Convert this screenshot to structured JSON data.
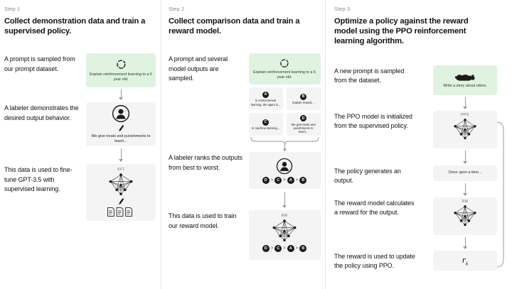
{
  "figure": {
    "title": "InstructGPT / RLHF three-step training diagram",
    "background": "#ffffff",
    "accent_green": "#dff3e0",
    "card_gray": "#f4f4f4",
    "arrow_color": "#9a9a9a"
  },
  "steps": [
    {
      "label": "Step 1",
      "title": "Collect demonstration data and train a supervised policy.",
      "rows": [
        {
          "caption": "A prompt is sampled from our prompt dataset.",
          "card": {
            "style": "green",
            "icon": "explain-loop-icon",
            "text": "Explain reinforcement learning to a 6 year old."
          }
        },
        {
          "caption": "A labeler demonstrates the desired output behavior.",
          "card": {
            "style": "gray",
            "icon": "labeler-person-icon",
            "text": "We give treats and punishments to teach..."
          }
        },
        {
          "caption": "This data is used to fine-tune GPT-3.5 with supervised learning.",
          "card": {
            "style": "gray",
            "icon": "neural-network-icon",
            "model_label": "SFT",
            "text": ""
          }
        }
      ]
    },
    {
      "label": "Step 2",
      "title": "Collect comparison data and train a reward model.",
      "rows": [
        {
          "caption": "A prompt and several model outputs are sampled.",
          "card": {
            "style": "green",
            "icon": "explain-loop-icon",
            "text": "Explain reinforcement learning to a 6 year old."
          },
          "options": [
            {
              "badge": "A",
              "text": "In reinforcement learning, the agent is..."
            },
            {
              "badge": "B",
              "text": "Explain reward..."
            },
            {
              "badge": "C",
              "text": "In machine learning..."
            },
            {
              "badge": "D",
              "text": "We give treats and punishments to teach..."
            }
          ]
        },
        {
          "caption": "A labeler ranks the outputs from best to worst.",
          "card": {
            "style": "gray",
            "icon": "labeler-person-icon",
            "text": ""
          },
          "ranking": [
            "D",
            "C",
            "A",
            "B"
          ]
        },
        {
          "caption": "This data is used to train our reward model.",
          "card": {
            "style": "gray",
            "icon": "neural-network-icon",
            "model_label": "RM",
            "text": ""
          },
          "ranking": [
            "D",
            "C",
            "A",
            "B"
          ]
        }
      ]
    },
    {
      "label": "Step 3",
      "title": "Optimize a policy against the reward model using the PPO reinforcement learning algorithm.",
      "rows": [
        {
          "caption": "A new prompt is sampled from the dataset.",
          "card": {
            "style": "green",
            "icon": "otter-icon",
            "text": "Write a story about otters."
          }
        },
        {
          "caption": "The PPO model is initialized from the supervised policy.",
          "card": {
            "style": "gray",
            "icon": "neural-network-icon",
            "model_label": "PPO",
            "text": ""
          }
        },
        {
          "caption": "The policy generates an output.",
          "card": {
            "style": "gray",
            "icon": "none",
            "text": "Once upon a time..."
          }
        },
        {
          "caption": "The reward model calculates a reward for the output.",
          "card": {
            "style": "gray",
            "icon": "neural-network-icon",
            "model_label": "RM",
            "text": ""
          }
        },
        {
          "caption": "The reward is used to update the policy using PPO.",
          "card": {
            "style": "gray",
            "icon": "reward-symbol",
            "reward_symbol": "r",
            "reward_subscript": "k"
          }
        }
      ],
      "feedback_loop": "reward-feeds-back-to-ppo"
    }
  ]
}
